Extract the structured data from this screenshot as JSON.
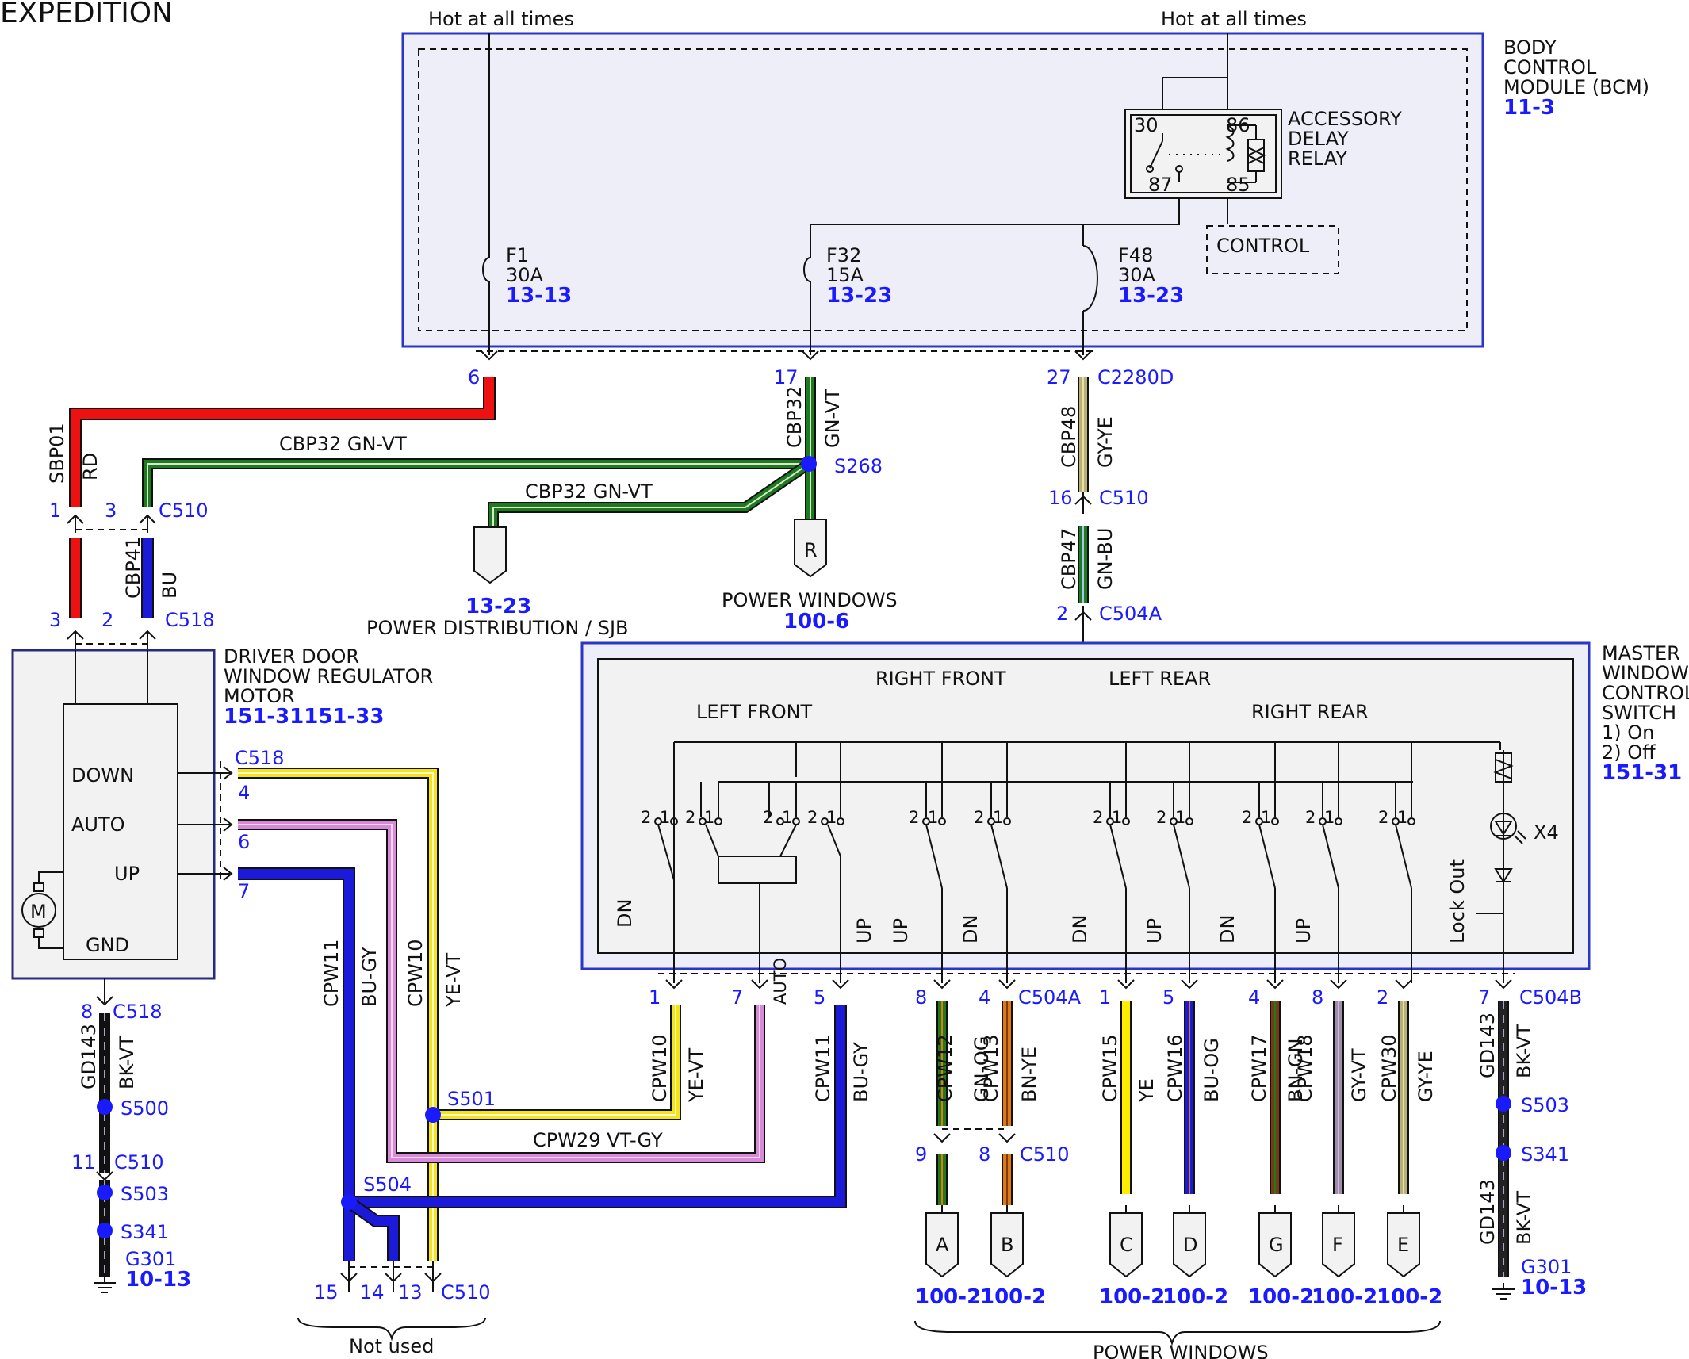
{
  "title": "EXPEDITION",
  "bcm": {
    "name_lines": [
      "BODY",
      "CONTROL",
      "MODULE (BCM)"
    ],
    "ref": "11-3",
    "hot_left": "Hot at all times",
    "hot_right": "Hot at all times",
    "relay": {
      "name_lines": [
        "ACCESSORY",
        "DELAY",
        "RELAY"
      ],
      "pins": {
        "p30": "30",
        "p86": "86",
        "p87": "87",
        "p85": "85"
      },
      "control": "CONTROL"
    },
    "fuses": [
      {
        "name": "F1",
        "rating": "30A",
        "ref": "13-13"
      },
      {
        "name": "F32",
        "rating": "15A",
        "ref": "13-23"
      },
      {
        "name": "F48",
        "rating": "30A",
        "ref": "13-23"
      }
    ]
  },
  "pins": {
    "bcm_6": "6",
    "bcm_17": "17",
    "bcm_27": "27",
    "c2280d": "C2280D",
    "c510_1": "1",
    "c510_3": "3",
    "c510_a": "C510",
    "c518_3": "3",
    "c518_2": "2",
    "c518_a": "C518",
    "c510_16": "16",
    "c510_b": "C510",
    "c504a_2": "2",
    "c504a_a": "C504A",
    "c518_b": "C518",
    "c518_4": "4",
    "c518_6": "6",
    "c518_7": "7",
    "c518_8": "8",
    "c518_c": "C518",
    "c510_11": "11",
    "c510_c": "C510",
    "c510_15": "15",
    "c510_14": "14",
    "c510_13": "13",
    "c510_d": "C510",
    "sw_1": "1",
    "sw_7": "7",
    "sw_5": "5",
    "sw_8": "8",
    "sw_4": "4",
    "c504a_b": "C504A",
    "sw_1b": "1",
    "sw_5b": "5",
    "sw_4b": "4",
    "sw_8b": "8",
    "sw_2b": "2",
    "sw_7b": "7",
    "c504b": "C504B",
    "c510_9": "9",
    "c510_8": "8",
    "c510_e": "C510"
  },
  "wires": {
    "sbp01": "SBP01",
    "rd": "RD",
    "cbp32_top": "CBP32  GN-VT",
    "cbp32_mid": "CBP32  GN-VT",
    "cbp32_v": "CBP32",
    "gnvt_v": "GN-VT",
    "cbp41": "CBP41",
    "bu": "BU",
    "cbp48": "CBP48",
    "gyye": "GY-YE",
    "cbp47": "CBP47",
    "gnbu": "GN-BU",
    "gd143_l": "GD143",
    "bkvt_l": "BK-VT",
    "cpw11_l": "CPW11",
    "bugy_l": "BU-GY",
    "cpw10_l": "CPW10",
    "yevt_l": "YE-VT",
    "cpw10_r": "CPW10",
    "yevt_r": "YE-VT",
    "cpw29": "CPW29    VT-GY",
    "cpw11_r": "CPW11",
    "bugy_r": "BU-GY",
    "cpw12": "CPW12",
    "gnog": "GN-OG",
    "cpw13": "CPW13",
    "bnye": "BN-YE",
    "cpw15": "CPW15",
    "ye": "YE",
    "cpw16": "CPW16",
    "buog": "BU-OG",
    "cpw17": "CPW17",
    "bngn": "BN-GN",
    "cpw18": "CPW18",
    "gyvt": "GY-VT",
    "cpw30": "CPW30",
    "gyye2": "GY-YE",
    "gd143_r1": "GD143",
    "bkvt_r1": "BK-VT",
    "gd143_r2": "GD143",
    "bkvt_r2": "BK-VT"
  },
  "splices": {
    "s268": "S268",
    "s500": "S500",
    "s503_l": "S503",
    "s341_l": "S341",
    "s501": "S501",
    "s504": "S504",
    "s503_r": "S503",
    "s341_r": "S341"
  },
  "grounds": {
    "left": {
      "name": "G301",
      "ref": "10-13"
    },
    "right": {
      "name": "G301",
      "ref": "10-13"
    }
  },
  "motor": {
    "name_lines": [
      "DRIVER DOOR",
      "WINDOW REGULATOR",
      "MOTOR"
    ],
    "ref": "151-31151-33",
    "labels": {
      "down": "DOWN",
      "auto": "AUTO",
      "up": "UP",
      "gnd": "GND",
      "m": "M"
    }
  },
  "switch": {
    "name_lines": [
      "MASTER",
      "WINDOW",
      "CONTROL",
      "SWITCH",
      "1) On",
      "2) Off"
    ],
    "ref": "151-31",
    "sections": {
      "right_front": "RIGHT FRONT",
      "left_rear": "LEFT REAR",
      "left_front": "LEFT FRONT",
      "right_rear": "RIGHT REAR"
    },
    "contacts": [
      "2",
      "1",
      "2",
      "1",
      "2",
      "1",
      "2",
      "1",
      "2",
      "1",
      "2",
      "1",
      "2",
      "1",
      "2",
      "1",
      "2",
      "1",
      "2",
      "1",
      "2",
      "1",
      "2",
      "1"
    ],
    "auto": "AUTO",
    "x4": "X4",
    "dir": [
      "DN",
      "UP",
      "UP",
      "DN",
      "DN",
      "UP",
      "DN",
      "UP",
      "Lock Out"
    ]
  },
  "connectors": {
    "psjb": {
      "letter": "",
      "ref": "13-23",
      "name": "POWER DISTRIBUTION / SJB"
    },
    "pw_r": {
      "letter": "R",
      "ref": "100-6",
      "name": "POWER WINDOWS"
    },
    "A": {
      "letter": "A",
      "ref": "100-2"
    },
    "B": {
      "letter": "B",
      "ref": "100-2"
    },
    "C": {
      "letter": "C",
      "ref": "100-2"
    },
    "D": {
      "letter": "D",
      "ref": "100-2"
    },
    "G": {
      "letter": "G",
      "ref": "100-2"
    },
    "F": {
      "letter": "F",
      "ref": "100-2"
    },
    "E": {
      "letter": "E",
      "ref": "100-2"
    }
  },
  "bottom": {
    "not_used": "Not used",
    "power_windows": "POWER WINDOWS"
  },
  "colors": {
    "red": "#ee1111",
    "green": "#1e7a1e",
    "blue": "#1a1ad8",
    "yellow": "#f3e51a",
    "pink": "#d88ad8",
    "orange": "#e07a10",
    "brown": "#7a3b12",
    "gray": "#9a90a8",
    "bcm_border": "#2a36c8",
    "splice": "#1a1aff"
  }
}
